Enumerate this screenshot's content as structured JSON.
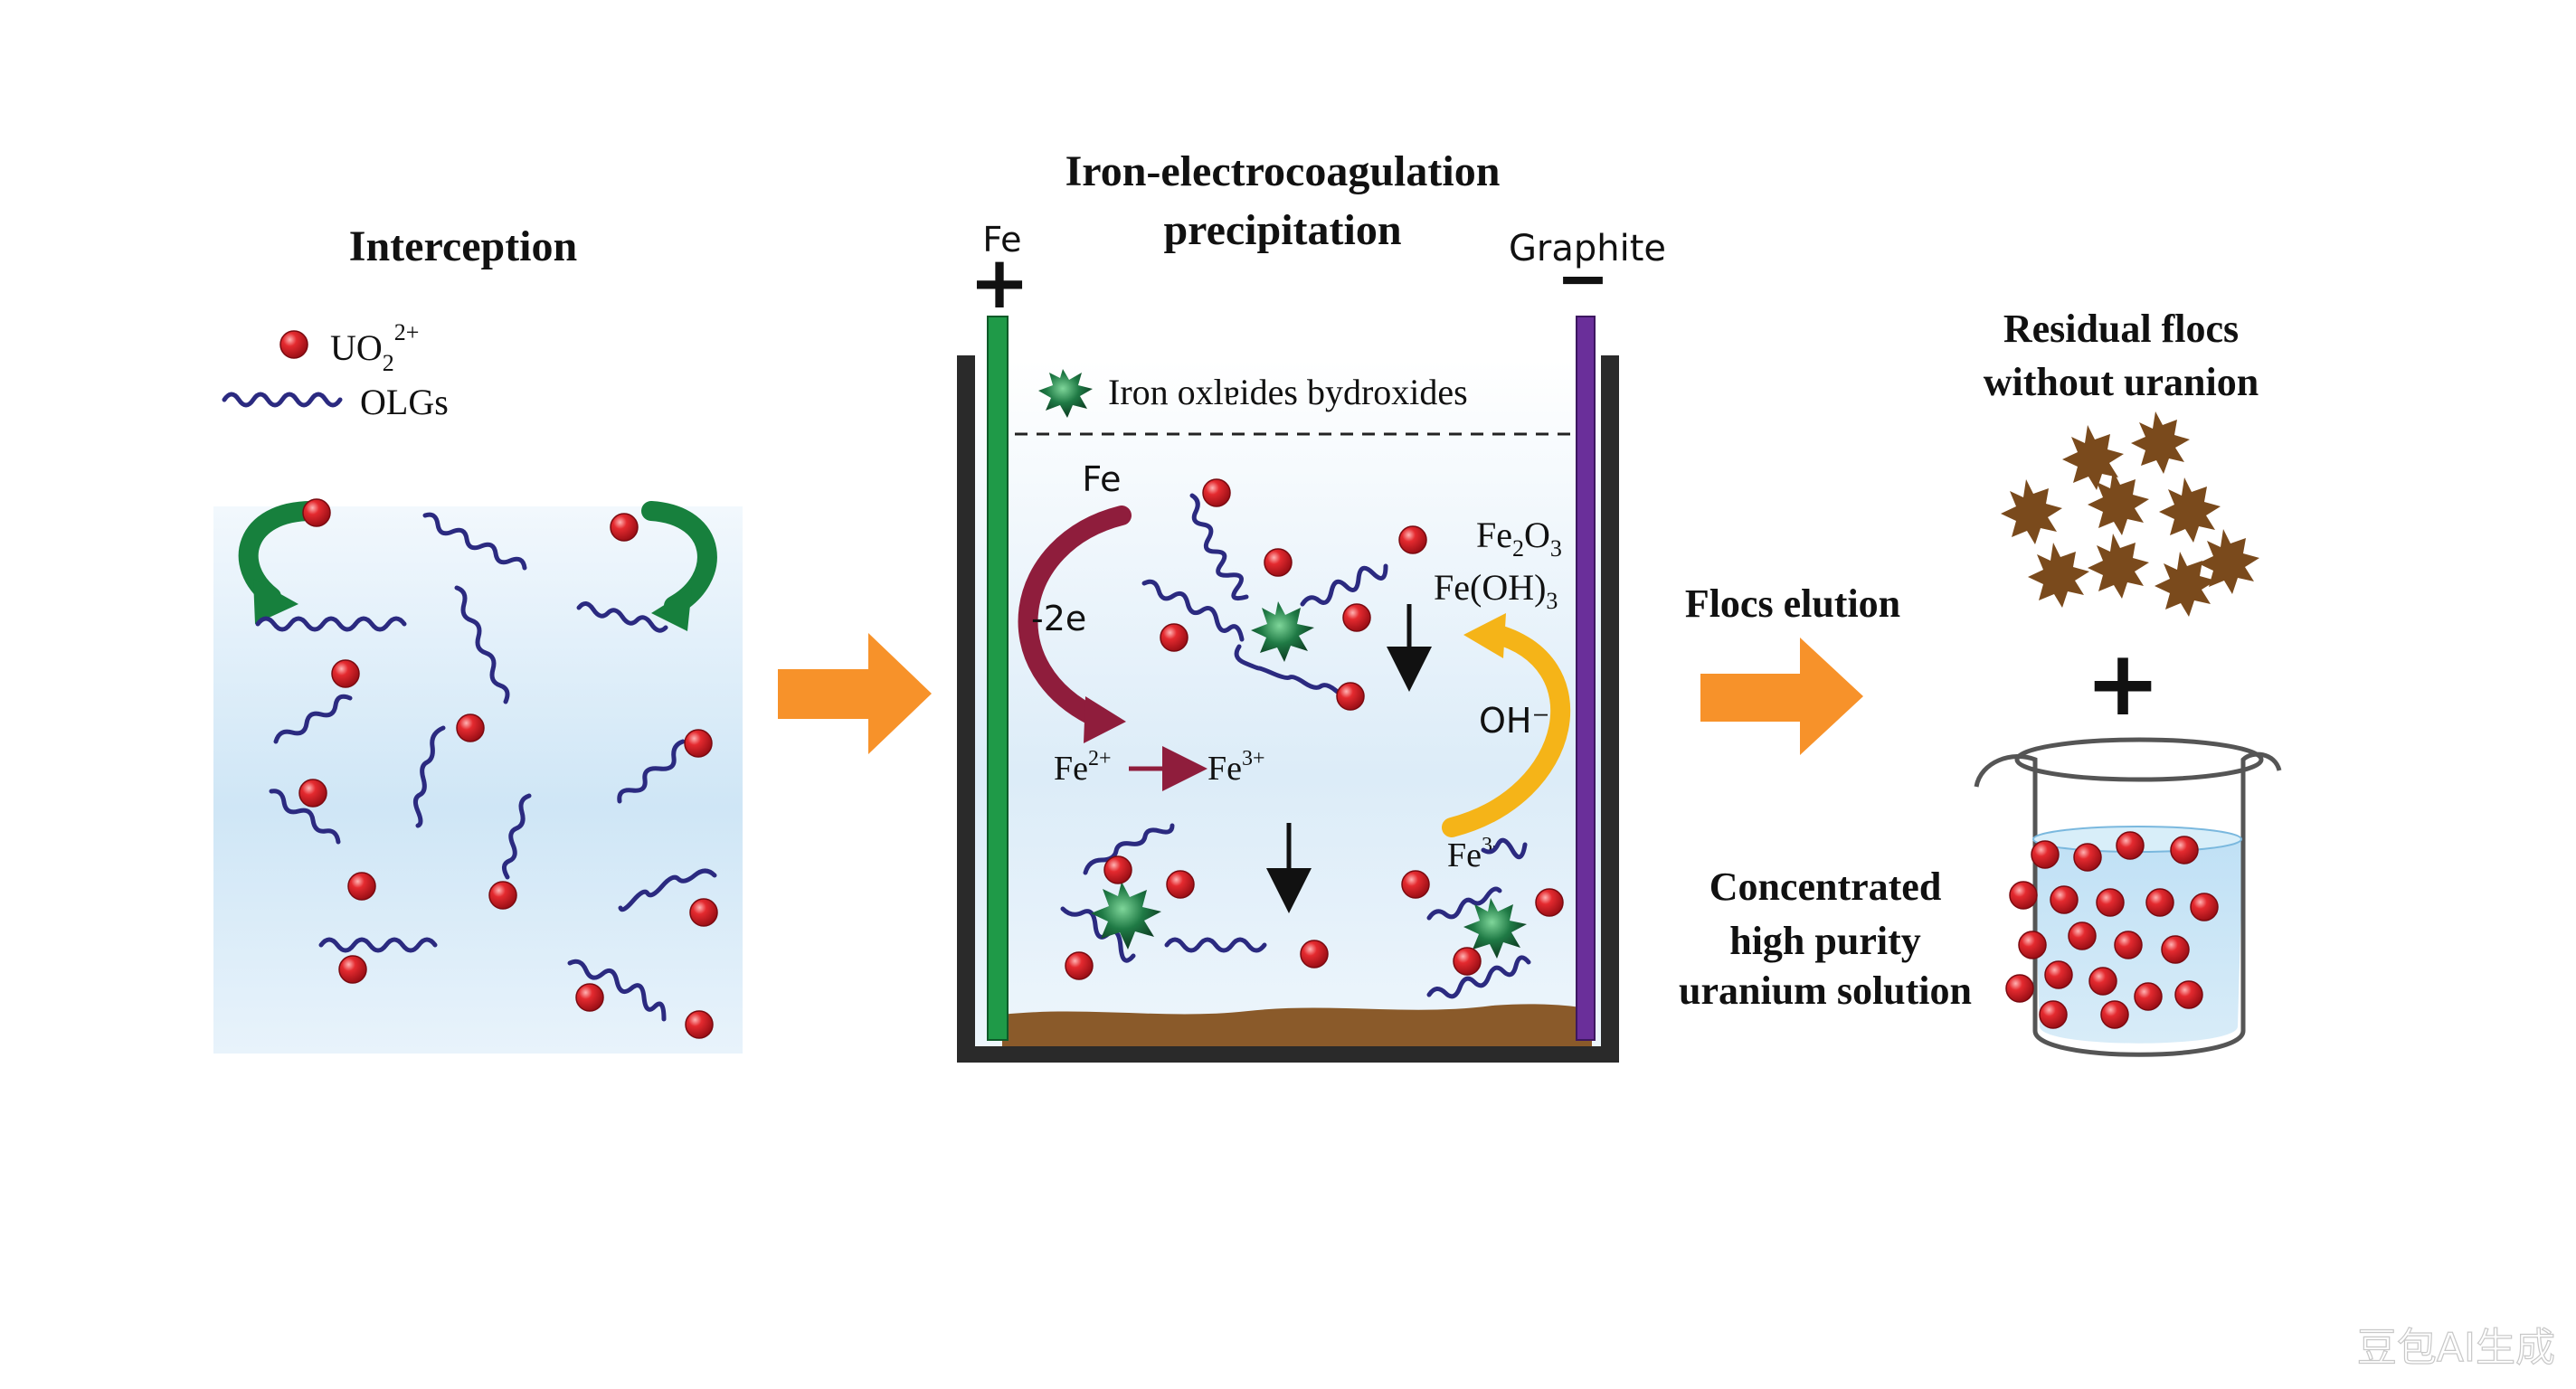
{
  "panels": {
    "interception": {
      "title": "Interception"
    },
    "electro": {
      "title_line1": "Iron-electrocoagulation",
      "title_line2": "precipitation"
    },
    "elution": {
      "label": "Flocs elution"
    }
  },
  "legend": {
    "uo2_text": "UO",
    "uo2_sub": "2",
    "uo2_sup": "2+",
    "olgs_text": "OLGs"
  },
  "cell": {
    "anode_label": "Fe",
    "anode_sign": "+",
    "cathode_label": "Graphite",
    "cathode_sign": "−",
    "floc_legend": "Iron oxlɐides bydroxides",
    "fe_label": "Fe",
    "electrons_label": "-2e",
    "fe2": "Fe",
    "fe2_sup": "2+",
    "fe3": "Fe",
    "fe3_sup": "3+",
    "product1_a": "Fe",
    "product1_b": "2",
    "product1_c": "O",
    "product1_d": "3",
    "product2_a": "Fe(OH)",
    "product2_b": "3",
    "oh_label": "OH⁻",
    "fe_bottom": "Fe",
    "fe_bottom_sup": "3-"
  },
  "result": {
    "residual_line1": "Residual flocs",
    "residual_line2": "without uranion",
    "plus": "+",
    "concentrated_line1": "Concentrated",
    "concentrated_line2": "high purity",
    "concentrated_line3": "uranium solution"
  },
  "watermark": "豆包AI生成",
  "colors": {
    "uranyl_red": "#d42128",
    "olg_navy": "#2b2a80",
    "green_arrow": "#17803d",
    "orange_arrow": "#f7922a",
    "anode_green": "#1f9a48",
    "cathode_purple": "#6a2f9a",
    "maroon_arrow": "#8f1d3c",
    "yellow_arrow": "#f5b418",
    "floc_green": "#1e6b3e",
    "floc_brown": "#7a4a1c",
    "sludge_brown": "#8a5a2a"
  }
}
